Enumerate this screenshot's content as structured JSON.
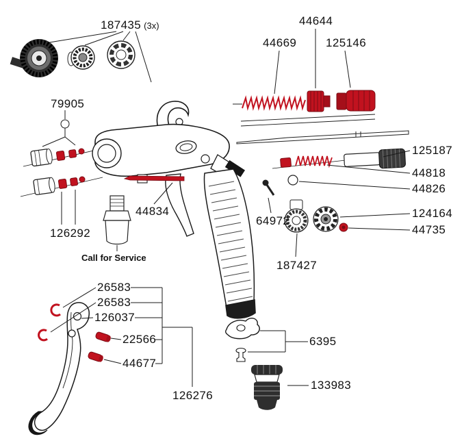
{
  "diagram": {
    "title": "Spray gun exploded parts diagram",
    "colors": {
      "line": "#1a1a1a",
      "highlight": "#c1121f"
    },
    "labels": {
      "p187435": "187435",
      "p187435_qty": "(3x)",
      "p79905": "79905",
      "p44644": "44644",
      "p44669": "44669",
      "p125146": "125146",
      "p125187": "125187",
      "p44818": "44818",
      "p44826": "44826",
      "p124164": "124164",
      "p44735": "44735",
      "p44834": "44834",
      "p64972": "64972",
      "p126292": "126292",
      "p187427": "187427",
      "p26583_a": "26583",
      "p26583_b": "26583",
      "p126037": "126037",
      "p22566": "22566",
      "p44677": "44677",
      "p126276": "126276",
      "p6395": "6395",
      "p133983": "133983",
      "call_for_service": "Call for Service"
    }
  }
}
